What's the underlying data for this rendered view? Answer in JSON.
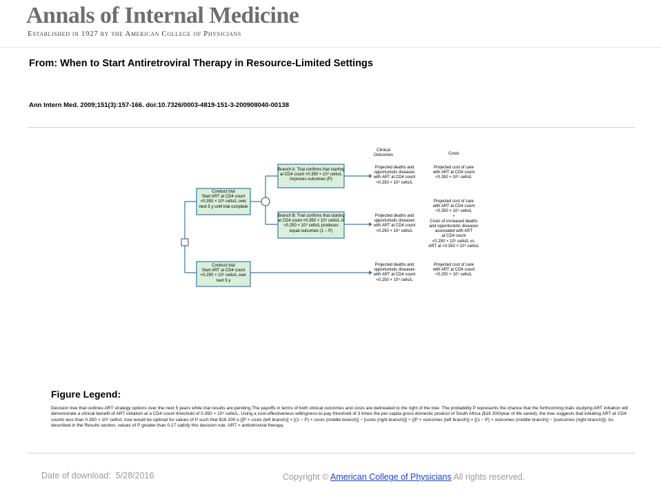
{
  "header": {
    "journal_name": "Annals of Internal Medicine",
    "tagline": "Established in 1927 by the American College of Physicians"
  },
  "article": {
    "title": "From: When to Start Antiretroviral Therapy in Resource-Limited Settings",
    "citation": "Ann Intern Med. 2009;151(3):157-166. doi:10.7326/0003-4819-151-3-200908040-00138"
  },
  "figure": {
    "col_outcomes": "Clinical\nOutcomes",
    "col_costs": "Costs",
    "conduct_trial_a": "Conduct trial\nStart ART at CD4 count\n<0.350 × 10⁹ cells/L over\nnext 5 y until trial complete",
    "conduct_trial_b": "Conduct trial\nStart ART at CD4 count\n<0.250 × 10⁹ cells/L over\nnext 5 y",
    "branch_a": "Branch A: Trial confirms that starting\nat CD4 count <0.350 × 10⁹ cells/L\nimproves outcomes (P)",
    "branch_b": "Branch B: Trial confirms that starting\nat CD4 count <0.350 × 10⁹ cells/L or\n<0.250 × 10⁹ cells/L produces\nequal outcomes (1 − P)",
    "outcome_a": "Projected deaths and\nopportunistic diseases\nwith ART at CD4 count\n<0.350 × 10⁹ cells/L",
    "outcome_b": "Projected deaths and\nopportunistic diseases\nwith ART at CD4 count\n<0.250 × 10⁹ cells/L",
    "outcome_c": "Projected deaths and\nopportunistic diseases\nwith ART at CD4 count\n<0.250 × 10⁹ cells/L",
    "cost_a": "Projected cost of care\nwith ART at CD4 count\n<0.350 × 10⁹ cells/L",
    "cost_b": "Projected cost of care\nwith ART at CD4 count\n<0.350 × 10⁹ cells/L\n+\nCosts of increased deaths\nand opportunistic diseases\nassociated with ART\nat CD4 count\n<0.250 × 10⁹ cells/L vs.\nART at <0.350 × 10⁹ cells/L",
    "cost_c": "Projected cost of care\nwith ART at CD4 count\n<0.250 × 10⁹ cells/L",
    "box_fill": "#d9efd9",
    "box_stroke": "#2d7ab3",
    "line_color": "#2d7ab3"
  },
  "legend": {
    "heading": "Figure Legend:",
    "text": "Decision tree that outlines ART strategy options over the next 5 years while trial results are pending.The payoffs in terms of both clinical outcomes and costs are delineated to the right of the tree. The probability P represents the chance that the forthcoming trials studying ART initiation will demonstrate a clinical benefit of ART initiation at a CD4 count threshold of 0.350 × 10⁹ cells/L. Using a cost-effectiveness willingness-to-pay threshold of 3 times the per-capita gross domestic product of South Africa ($16 200/year of life saved), the tree suggests that initiating ART at CD4 counts less than 0.350 × 10⁹ cells/L now would be optimal for values of P such that $16 200 ≥ {[P × costs (left branch)] + [(1 − P) × costs (middle branch)] − [costs (right branch)]} ÷ {[P × outcomes (left branch)] + [(1 − P) × outcomes (middle branch)] − [outcomes (right branch)]}. As described in the Results section, values of P greater than 0.17 satisfy this decision rule. ART = antiretroviral therapy."
  },
  "footer": {
    "download_label": "Date of download:",
    "download_date": "5/28/2016",
    "copyright_prefix": "Copyright ©",
    "copyright_link": "American College of Physicians",
    "copyright_suffix": "All rights reserved."
  }
}
